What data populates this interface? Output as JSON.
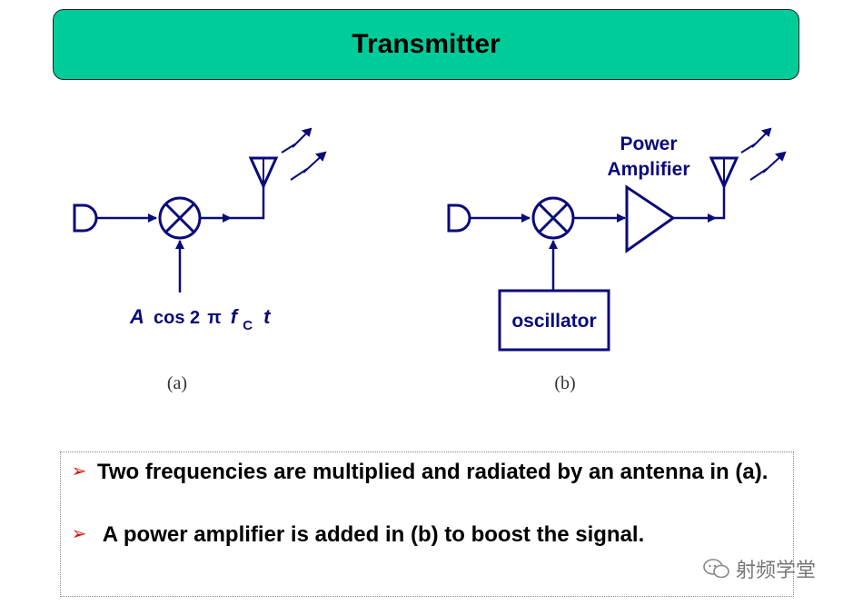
{
  "title": "Transmitter",
  "diagram_a": {
    "carrier_label": {
      "A": "A",
      "cos": "cos 2",
      "pi": "π",
      "f": "f",
      "sub": "C",
      "t": "t"
    },
    "caption": "(a)"
  },
  "diagram_b": {
    "amplifier_label_line1": "Power",
    "amplifier_label_line2": "Amplifier",
    "oscillator_label": "oscillator",
    "caption": "(b)"
  },
  "notes": [
    {
      "bullet": "➢",
      "text": "Two frequencies are multiplied and radiated by an antenna in (a)."
    },
    {
      "bullet": "➢",
      "text": " A power amplifier is added in (b) to boost the signal."
    }
  ],
  "watermark": "射频学堂",
  "colors": {
    "banner": "#00cc99",
    "diagram": "#0a0a7a",
    "bullet": "#e01010"
  }
}
